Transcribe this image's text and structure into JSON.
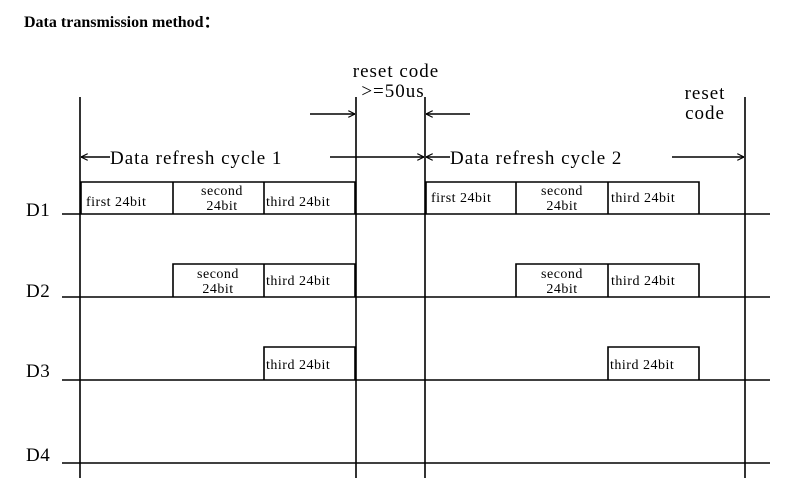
{
  "title": "Data transmission method：",
  "reset_code_1": {
    "line1": "reset code",
    "line2": ">=50us"
  },
  "reset_code_2": {
    "line1": "reset",
    "line2": "code"
  },
  "cycle_1_label": "Data refresh cycle 1",
  "cycle_2_label": "Data refresh cycle 2",
  "rows": [
    {
      "label": "D1"
    },
    {
      "label": "D2"
    },
    {
      "label": "D3"
    },
    {
      "label": "D4"
    }
  ],
  "blocks": {
    "first": "first 24bit",
    "second_line1": "second",
    "second_line2": "24bit",
    "third": "third 24bit"
  }
}
